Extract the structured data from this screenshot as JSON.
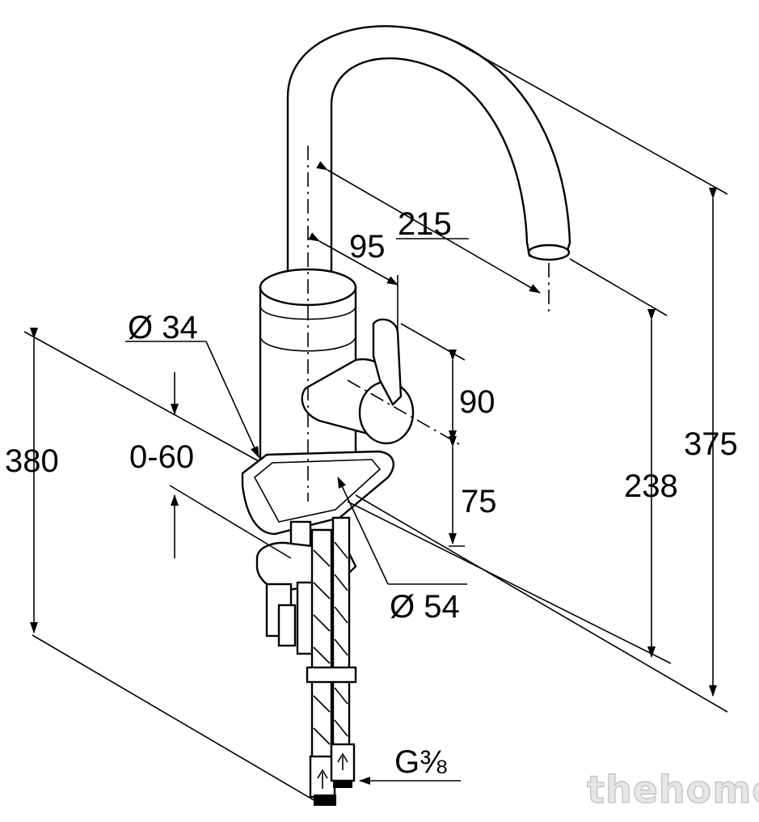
{
  "dimensions": {
    "d215": "215",
    "d95": "95",
    "d34": "Ø 34",
    "d0_60": "0-60",
    "d380": "380",
    "d90": "90",
    "d75": "75",
    "d54": "Ø 54",
    "d238": "238",
    "d375": "375",
    "thread": "G⅜"
  },
  "watermark": "thehome"
}
